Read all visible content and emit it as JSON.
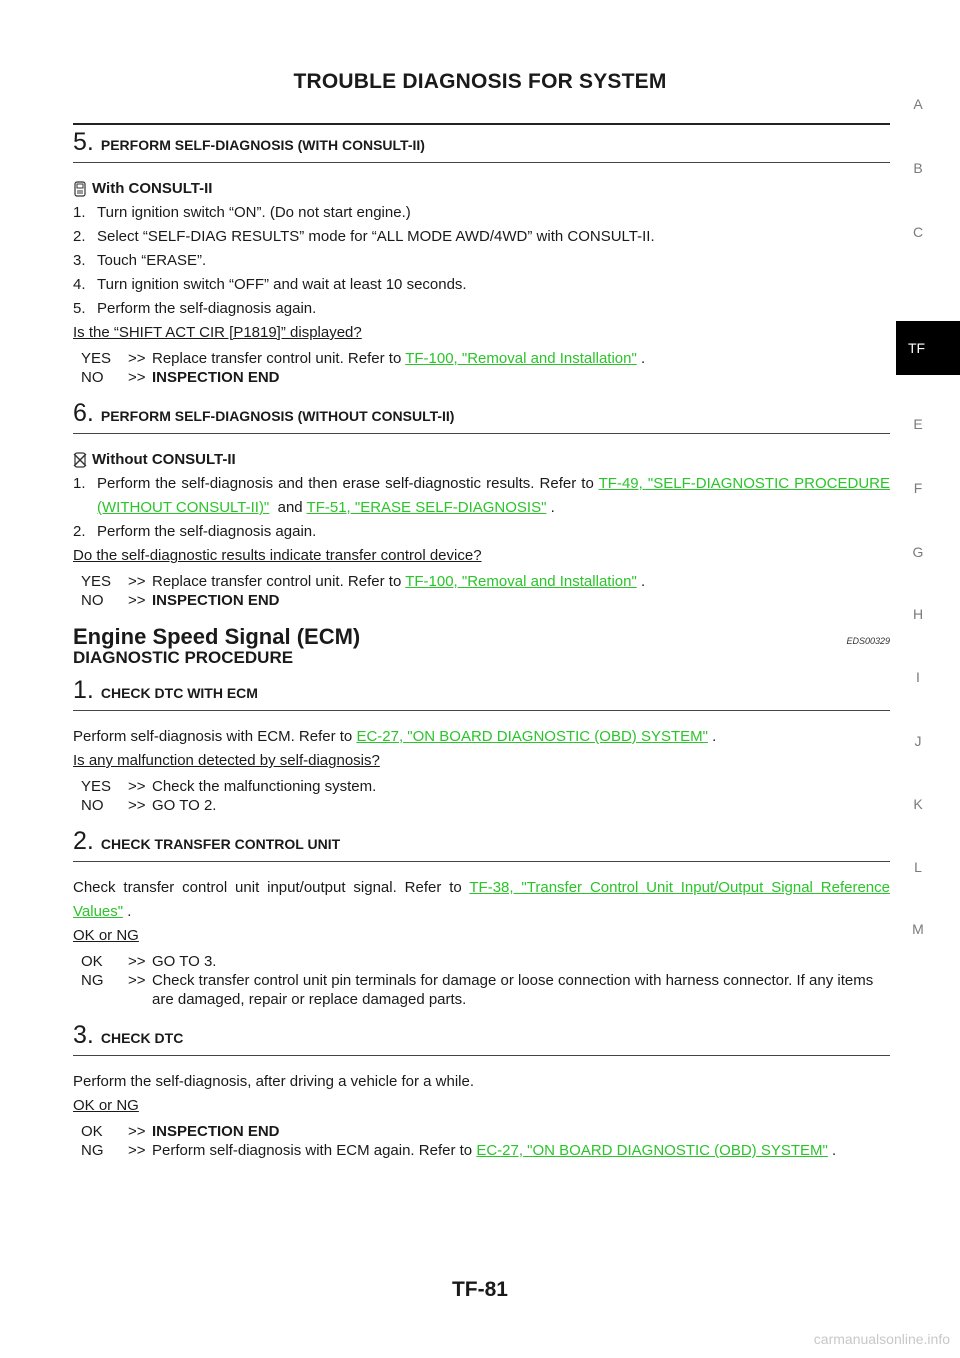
{
  "header": {
    "title": "TROUBLE DIAGNOSIS FOR SYSTEM"
  },
  "footer": {
    "page": "TF-81",
    "watermark": "carmanualsonline.info"
  },
  "side_index": {
    "letters": [
      "A",
      "B",
      "C",
      "E",
      "F",
      "G",
      "H",
      "I",
      "J",
      "K",
      "L",
      "M"
    ],
    "active": "TF"
  },
  "s5": {
    "num": "5.",
    "title": "PERFORM SELF-DIAGNOSIS (WITH CONSULT-II)",
    "mode_label": "With CONSULT-II",
    "steps": [
      "Turn ignition switch “ON”. (Do not start engine.)",
      "Select “SELF-DIAG RESULTS” mode for “ALL MODE AWD/4WD” with CONSULT-II.",
      "Touch “ERASE”.",
      "Turn ignition switch “OFF” and wait at least 10 seconds.",
      "Perform the self-diagnosis again."
    ],
    "question": "Is the “SHIFT ACT CIR [P1819]” displayed?",
    "yes_text": "Replace transfer control unit. Refer to",
    "yes_link": "TF-100, \"Removal and Installation\"",
    "no_text": "INSPECTION END"
  },
  "s6": {
    "num": "6.",
    "title": "PERFORM SELF-DIAGNOSIS (WITHOUT CONSULT-II)",
    "mode_label": "Without CONSULT-II",
    "step1_text": "Perform the self-diagnosis and then erase self-diagnostic results. Refer to",
    "step1_link1": "TF-49, \"SELF-DIAGNOSTIC PROCEDURE (WITHOUT CONSULT-II)\"",
    "step1_and": "and",
    "step1_link2": "TF-51, \"ERASE SELF-DIAGNOSIS\"",
    "step2": "Perform the self-diagnosis again.",
    "question": "Do the self-diagnostic results indicate transfer control device?",
    "yes_text": "Replace transfer control unit. Refer to",
    "yes_link": "TF-100, \"Removal and Installation\"",
    "no_text": "INSPECTION END"
  },
  "ecm": {
    "title": "Engine Speed Signal (ECM)",
    "code": "EDS00329",
    "subtitle": "DIAGNOSTIC PROCEDURE"
  },
  "e1": {
    "num": "1.",
    "title": "CHECK DTC WITH ECM",
    "text": "Perform self-diagnosis with ECM. Refer to",
    "link": "EC-27, \"ON BOARD DIAGNOSTIC (OBD) SYSTEM\"",
    "question": "Is any malfunction detected by self-diagnosis?",
    "yes_text": "Check the malfunctioning system.",
    "no_text": "GO TO 2."
  },
  "e2": {
    "num": "2.",
    "title": "CHECK TRANSFER CONTROL UNIT",
    "text": "Check transfer control unit input/output signal. Refer to",
    "link": "TF-38, \"Transfer Control Unit Input/Output Signal Reference Values\"",
    "question": "OK or NG",
    "ok_text": "GO TO 3.",
    "ng_text": "Check transfer control unit pin terminals for damage or loose connection with harness connector. If any items are damaged, repair or replace damaged parts."
  },
  "e3": {
    "num": "3.",
    "title": "CHECK DTC",
    "text": "Perform the self-diagnosis, after driving a vehicle for a while.",
    "question": "OK or NG",
    "ok_text": "INSPECTION END",
    "ng_text": "Perform self-diagnosis with ECM again. Refer to",
    "ng_link": "EC-27, \"ON BOARD DIAGNOSTIC (OBD) SYSTEM\""
  },
  "labels": {
    "yes": "YES",
    "no": "NO",
    "ok": "OK",
    "ng": "NG",
    "arrow": ">>",
    "period": "."
  }
}
